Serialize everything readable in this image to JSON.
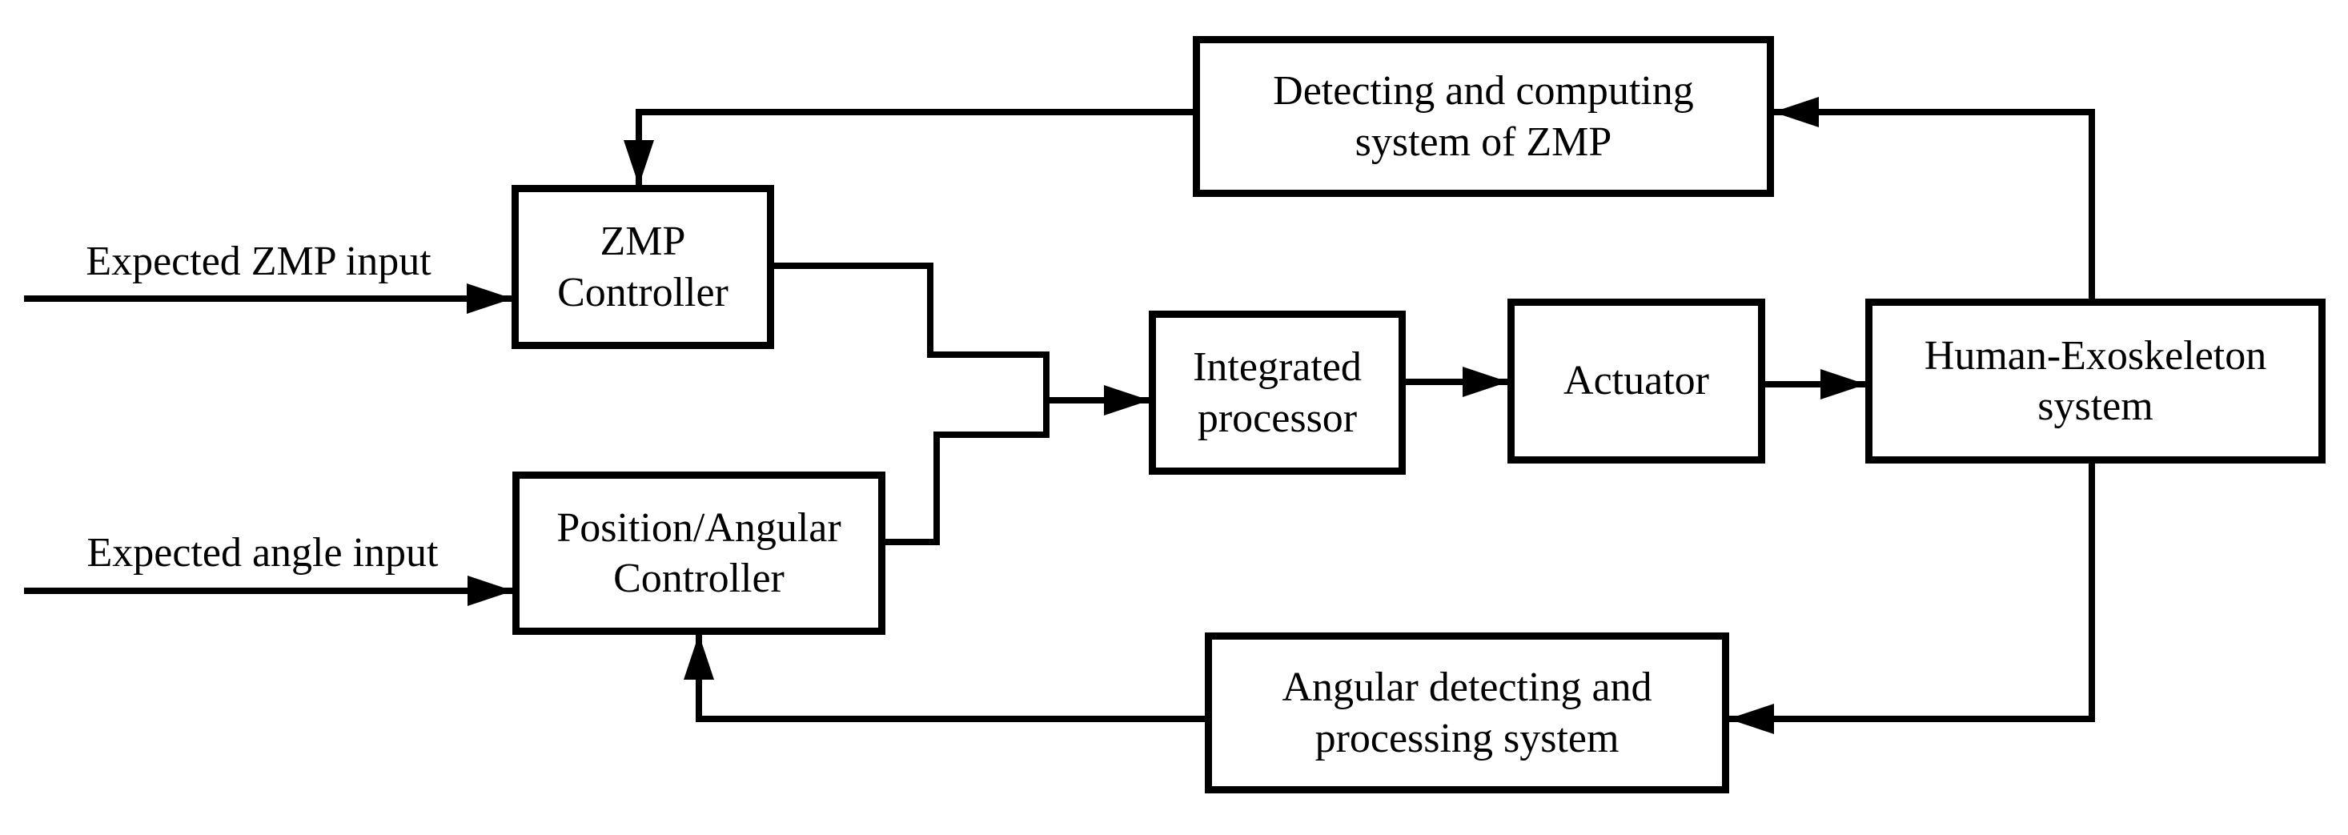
{
  "diagram": {
    "background_color": "#ffffff",
    "line_color": "#000000",
    "nodes": {
      "detecting_zmp": {
        "label": "Detecting and computing\nsystem of ZMP"
      },
      "zmp_controller": {
        "label": "ZMP\nController"
      },
      "integrated_processor": {
        "label": "Integrated\nprocessor"
      },
      "actuator": {
        "label": "Actuator"
      },
      "human_exoskeleton": {
        "label": "Human-Exoskeleton\nsystem"
      },
      "position_angular_controller": {
        "label": "Position/Angular\nController"
      },
      "angular_detecting": {
        "label": "Angular detecting and\nprocessing system"
      }
    },
    "inputs": {
      "expected_zmp": {
        "label": "Expected ZMP input"
      },
      "expected_angle": {
        "label": "Expected angle input"
      }
    }
  }
}
